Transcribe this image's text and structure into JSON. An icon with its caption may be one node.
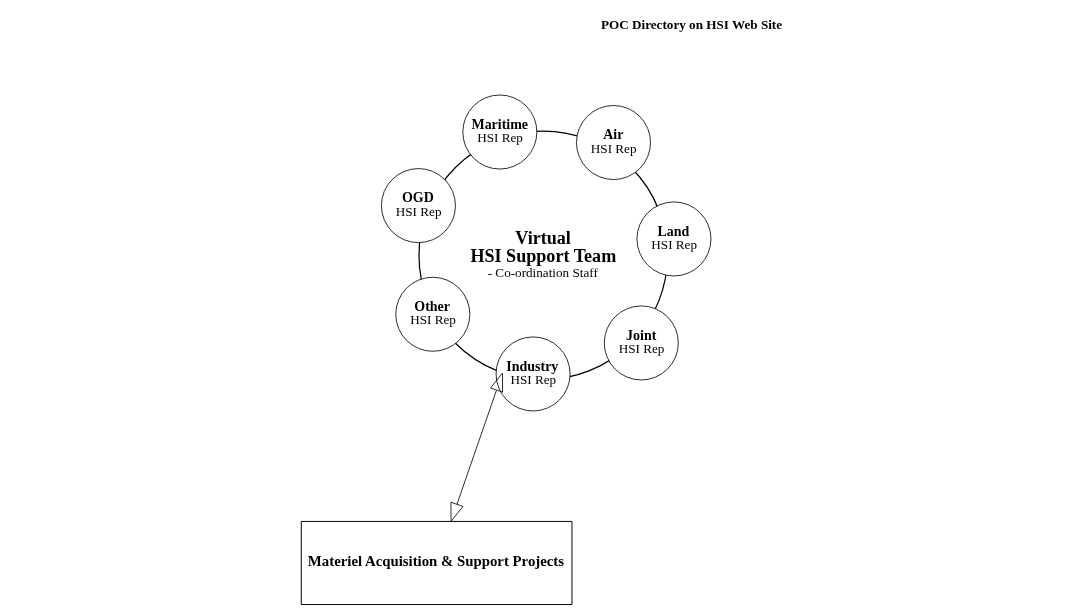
{
  "diagram": {
    "nodes": [
      {
        "text": [
          "Virtual HSI Support Team",
          "- Co-ordination Staff"
        ]
      },
      {
        "text": [
          "Joint",
          "HSI Rep"
        ]
      },
      {
        "text": [
          "Industry",
          "HSI Rep"
        ]
      },
      {
        "text": [
          "Land",
          "HSI Rep"
        ]
      },
      {
        "text": [
          "Air",
          "HSI Rep"
        ]
      },
      {
        "text": [
          "Maritime",
          "HSI Rep"
        ]
      },
      {
        "text": [
          "Other",
          "HSI Rep"
        ]
      },
      {
        "text": [
          "OGD",
          "HSI Rep"
        ]
      },
      {
        "text": [
          "Materiel Acquisition & Support Projects"
        ]
      }
    ],
    "edges": [
      {
        "from": 0,
        "to": 8,
        "arrow": "both"
      }
    ],
    "labels": [
      "POC Directory on HSI Web Site"
    ]
  }
}
